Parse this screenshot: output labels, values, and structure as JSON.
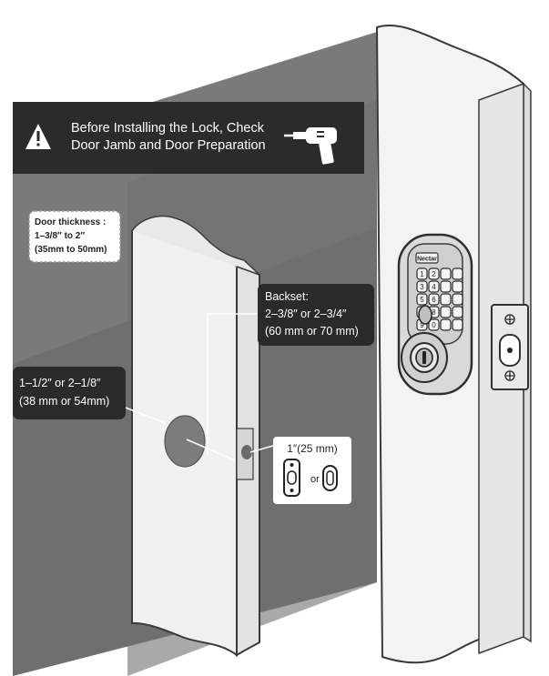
{
  "banner": {
    "warning_icon": "warning-triangle-icon",
    "tool_icon": "power-drill-icon",
    "line1": "Before Installing the Lock, Check",
    "line2": "Door Jamb and Door Preparation"
  },
  "door_thickness": {
    "label": "Door thickness :",
    "value": "1–3/8″ to 2″",
    "metric": "(35mm to 50mm)"
  },
  "backset": {
    "label": "Backset:",
    "value": "2–3/8″ or 2–3/4″",
    "metric": "(60 mm or 70 mm)"
  },
  "bore_hole": {
    "value": "1–1/2″ or 2–1/8″",
    "metric": "(38 mm or 54mm)"
  },
  "latch_hole": {
    "size": "1″(25 mm)",
    "or_text": "or"
  },
  "lock": {
    "brand": "Nectar",
    "keys": [
      "1",
      "2",
      "3",
      "4",
      "5",
      "6",
      "7",
      "8",
      "9",
      "0"
    ]
  },
  "colors": {
    "banner_bg": "#2b2b2b",
    "wall": "#767676",
    "door": "#f2f2f2",
    "outline": "#3a3a3a",
    "callout_bg": "#2a2a2a"
  }
}
